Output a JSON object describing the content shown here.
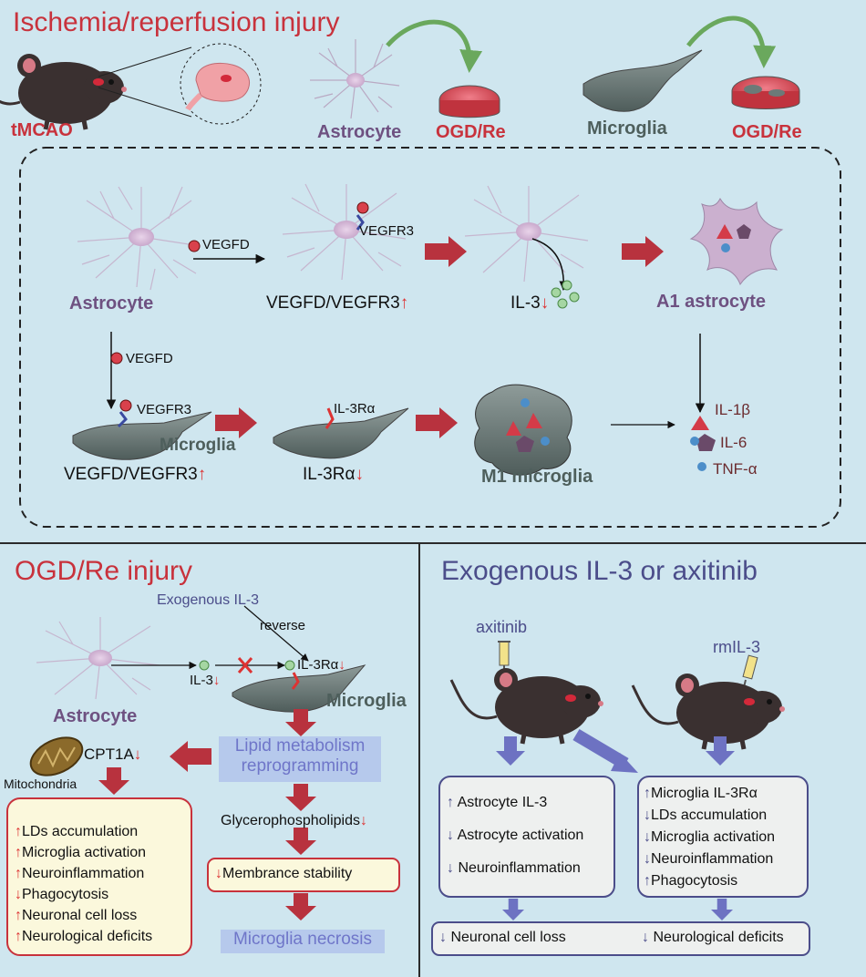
{
  "arrows": {
    "up": "↑",
    "down": "↓"
  },
  "top": {
    "title": "Ischemia/reperfusion injury",
    "tmcao": "tMCAO",
    "astrocyte": "Astrocyte",
    "ogdre": "OGD/Re",
    "microglia": "Microglia"
  },
  "mech": {
    "vegfd": "VEGFD",
    "vegfr3": "VEGFR3",
    "astrocyte": "Astrocyte",
    "vegfd_vegfr3": "VEGFD/VEGFR3",
    "il3": "IL-3",
    "a1_astrocyte": "A1 astrocyte",
    "il3ra": "IL-3Rα",
    "microglia": "Microglia",
    "m1_microglia": "M1 microglia",
    "il1b": "IL-1β",
    "il6": "IL-6",
    "tnfa": "TNF-α"
  },
  "left": {
    "title": "OGD/Re injury",
    "exogenous_il3": "Exogenous IL-3",
    "reverse": "reverse",
    "astrocyte": "Astrocyte",
    "microglia": "Microglia",
    "lipid_1": "Lipid metabolism",
    "lipid_2": "reprogramming",
    "cpt1a": "CPT1A",
    "mitochondria": "Mitochondria",
    "glycerophospholipids": "Glycerophospholipids",
    "membrane": "Membrance stability",
    "necrosis": "Microglia necrosis",
    "effects": [
      "LDs accumulation",
      "Microglia activation",
      "Neuroinflammation",
      "Phagocytosis",
      "Neuronal cell loss",
      "Neurological deficits"
    ]
  },
  "right": {
    "title": "Exogenous IL-3 or axitinib",
    "axitinib": "axitinib",
    "rmil3": "rmIL-3",
    "axitinib_effects": [
      "Astrocyte IL-3",
      "Astrocyte activation",
      "Neuroinflammation"
    ],
    "rmil3_effects": [
      "Microglia IL-3Rα",
      "LDs accumulation",
      "Microglia activation",
      "Neuroinflammation",
      "Phagocytosis"
    ],
    "outcomes": [
      "Neuronal cell loss",
      "Neurological deficits"
    ]
  }
}
